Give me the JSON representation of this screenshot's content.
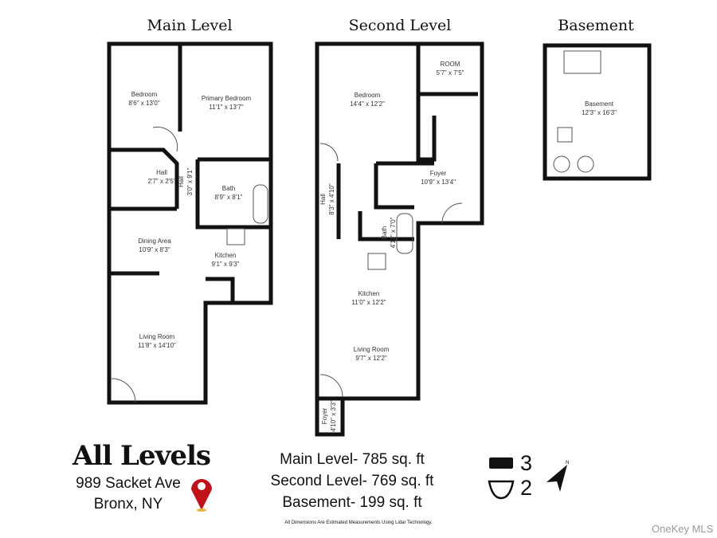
{
  "levels": {
    "main": {
      "title": "Main Level",
      "rooms": [
        {
          "name": "Bedroom",
          "dims": "8'6\" x 13'0\""
        },
        {
          "name": "Primary Bedroom",
          "dims": "11'1\" x 13'7\""
        },
        {
          "name": "Hall",
          "dims": "2'7\" x 2'5\""
        },
        {
          "name": "Hall",
          "dims": "3'0\" x 9'1\""
        },
        {
          "name": "Bath",
          "dims": "8'9\" x 8'1\""
        },
        {
          "name": "Dining Area",
          "dims": "10'9\" x 8'3\""
        },
        {
          "name": "Kitchen",
          "dims": "9'1\" x 9'3\""
        },
        {
          "name": "Living Room",
          "dims": "11'8\" x 14'10\""
        }
      ]
    },
    "second": {
      "title": "Second Level",
      "rooms": [
        {
          "name": "ROOM",
          "dims": "5'7\" x 7'5\""
        },
        {
          "name": "Bedroom",
          "dims": "14'4\" x 12'2\""
        },
        {
          "name": "Foyer",
          "dims": "10'9\" x 13'4\""
        },
        {
          "name": "Hall",
          "dims": "8'3\" x 4'10\""
        },
        {
          "name": "Bath",
          "dims": "4'11\" x 7'0\""
        },
        {
          "name": "Kitchen",
          "dims": "11'0\" x 12'2\""
        },
        {
          "name": "Living Room",
          "dims": "9'7\" x 12'2\""
        },
        {
          "name": "Foyer",
          "dims": "4'10\" x 3'3\""
        }
      ]
    },
    "basement": {
      "title": "Basement",
      "rooms": [
        {
          "name": "Basement",
          "dims": "12'3\" x 16'3\""
        }
      ]
    }
  },
  "summary": {
    "heading": "All Levels",
    "address_line1": "989 Sacket Ave",
    "address_line2": "Bronx, NY",
    "areas": [
      "Main Level- 785 sq. ft",
      "Second Level- 769 sq. ft",
      "Basement- 199 sq. ft"
    ],
    "disclaimer": "All Dimensions Are Estimated Measurements Using Lidar Technology.",
    "bedrooms": "3",
    "bathrooms": "2",
    "compass_label": "N",
    "pin_color": "#c0121a"
  },
  "watermark": "OneKey MLS"
}
